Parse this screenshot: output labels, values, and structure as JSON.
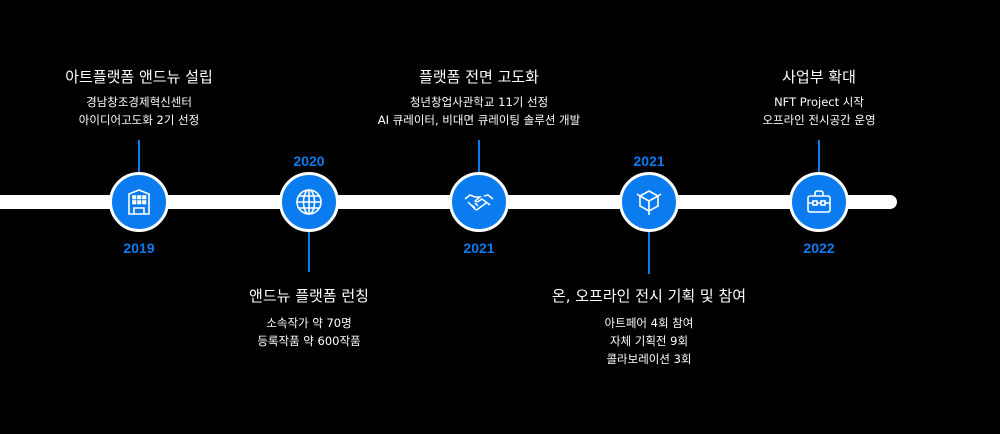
{
  "accent_color": "#0a7cf0",
  "milestones": [
    {
      "year": "2019",
      "icon": "building-icon",
      "title": "아트플랫폼 앤드뉴 설립",
      "desc": [
        "경남창조경제혁신센터",
        "아이디어고도화 2기 선정"
      ]
    },
    {
      "year": "2020",
      "icon": "globe-icon",
      "title": "앤드뉴 플랫폼 런칭",
      "desc": [
        "소속작가 약 70명",
        "등록작품 약 600작품"
      ]
    },
    {
      "year": "2021",
      "icon": "handshake-icon",
      "title": "플랫폼 전면 고도화",
      "desc": [
        "청년창업사관학교 11기 선정",
        "AI 큐레이터, 비대면 큐레이팅 솔루션 개발"
      ]
    },
    {
      "year": "2021",
      "icon": "cube-icon",
      "title": "온, 오프라인 전시 기획 및 참여",
      "desc": [
        "아트페어 4회 참여",
        "자체 기획전 9회",
        "콜라보레이션 3회"
      ]
    },
    {
      "year": "2022",
      "icon": "briefcase-icon",
      "title": "사업부 확대",
      "desc": [
        "NFT Project 시작",
        "오프라인 전시공간 운영"
      ]
    }
  ]
}
